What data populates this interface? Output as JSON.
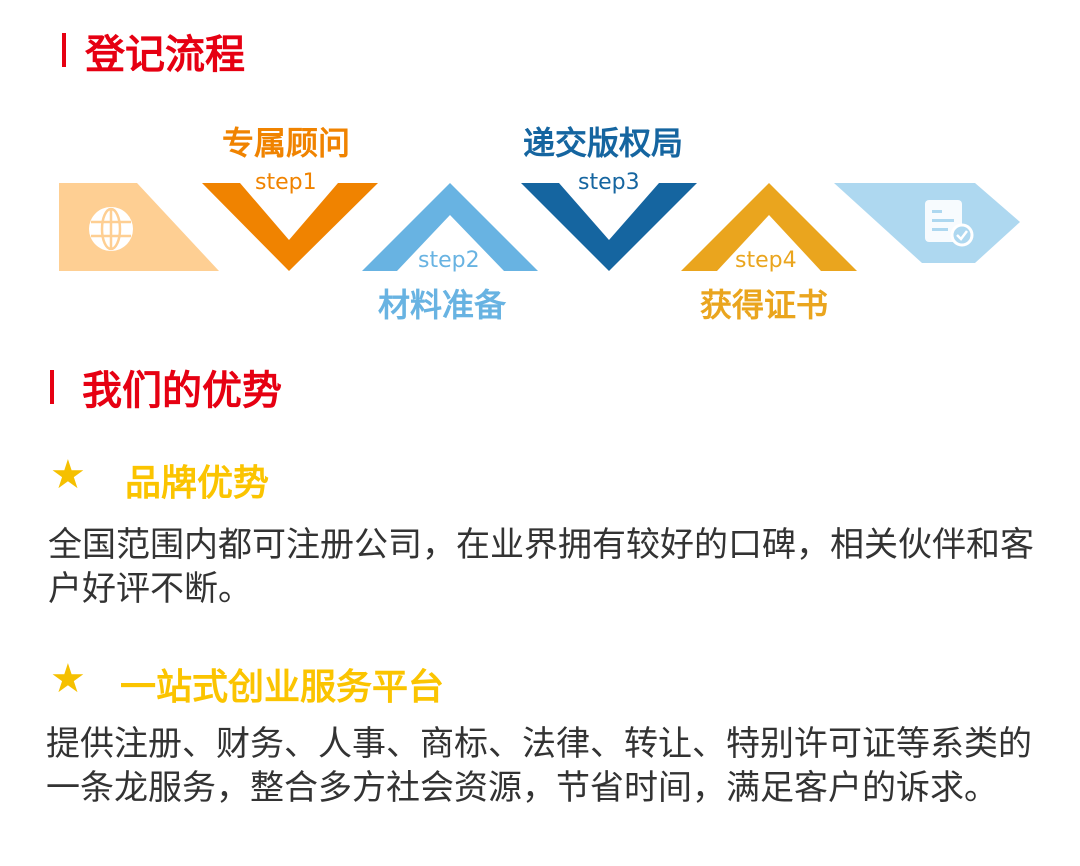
{
  "process": {
    "title": "登记流程",
    "steps": [
      {
        "label": "专属顾问",
        "step": "step1",
        "color": "#f08300"
      },
      {
        "label": "材料准备",
        "step": "step2",
        "color": "#68b3e2"
      },
      {
        "label": "递交版权局",
        "step": "step3",
        "color": "#1565a0"
      },
      {
        "label": "获得证书",
        "step": "step4",
        "color": "#eaa51e"
      }
    ],
    "start_icon": "globe-icon",
    "end_icon": "document-check-icon"
  },
  "advantages": {
    "title": "我们的优势",
    "items": [
      {
        "title": "品牌优势",
        "text": "全国范围内都可注册公司，在业界拥有较好的口碑，相关伙伴和客户好评不断。"
      },
      {
        "title": "一站式创业服务平台",
        "text": "提供注册、财务、人事、商标、法律、转让、特别许可证等系类的一条龙服务，整合多方社会资源，节省时间，满足客户的诉求。"
      }
    ]
  }
}
